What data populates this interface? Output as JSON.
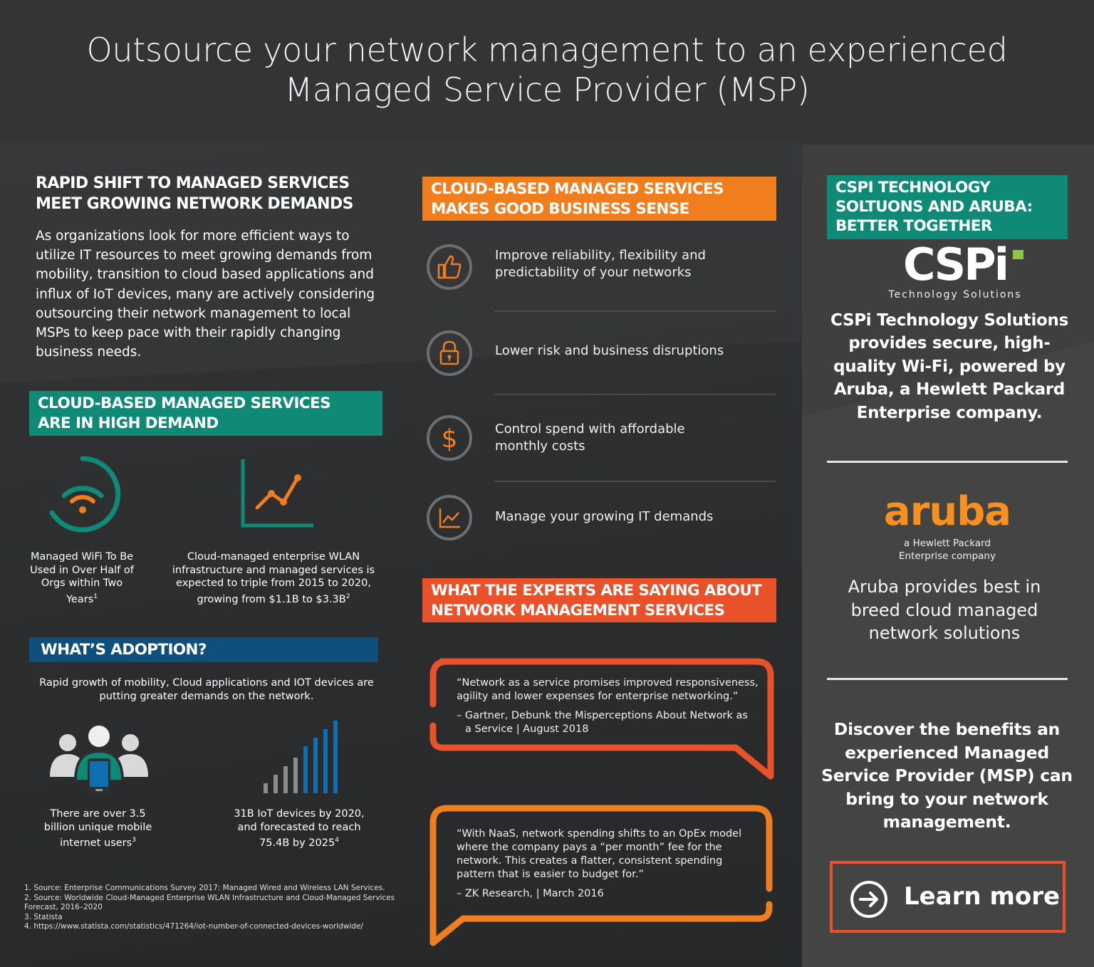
{
  "title": {
    "line1": "Outsource your network management to an experienced",
    "line2": "Managed Service Provider (MSP)"
  },
  "left": {
    "shift": {
      "heading_l1": "RAPID SHIFT TO MANAGED SERVICES",
      "heading_l2": "MEET GROWING NETWORK DEMANDS",
      "body": "As organizations look for more efficient ways to utilize IT resources to meet growing demands from mobility, transition to cloud based applications and influx of IoT devices, many are actively considering outsourcing their network management to local MSPs to keep pace with their rapidly changing business needs."
    },
    "demand": {
      "heading_l1": "CLOUD-BASED MANAGED SERVICES",
      "heading_l2": "ARE IN HIGH DEMAND",
      "stat1": "Managed WiFi To Be Used in Over Half of Orgs within Two Years",
      "stat1_sup": "1",
      "stat2": "Cloud-managed enterprise WLAN infrastructure and managed services is expected to triple from 2015 to 2020, growing from $1.1B to $3.3B",
      "stat2_sup": "2"
    },
    "adoption": {
      "heading": "WHAT’S ADOPTION?",
      "intro": "Rapid growth of mobility, Cloud applications and IOT devices are putting greater demands on the network.",
      "stat1": "There are over 3.5 billion unique mobile internet users",
      "stat1_sup": "3",
      "stat2": "31B IoT devices by 2020, and forecasted to reach 75.4B by 2025",
      "stat2_sup": "4"
    },
    "footnotes": {
      "f1": "1. Source: Enterprise Communications Survey 2017: Managed Wired and Wireless LAN Services.",
      "f2": "2. Source: Worldwide Cloud-Managed Enterprise WLAN Infrastructure and Cloud-Managed Services Forecast, 2016–2020",
      "f3": "3. Statista",
      "f4": "4. https://www.statista.com/statistics/471264/iot-number-of-connected-devices-worldwide/"
    }
  },
  "middle": {
    "sense": {
      "heading_l1": "CLOUD-BASED MANAGED SERVICES",
      "heading_l2": "MAKES GOOD BUSINESS SENSE",
      "items": [
        {
          "text": "Improve reliability, flexibility and predictability of your networks",
          "icon": "thumbs-up-icon"
        },
        {
          "text": "Lower risk and business disruptions",
          "icon": "lock-icon"
        },
        {
          "text": "Control spend with affordable monthly costs",
          "icon": "dollar-icon"
        },
        {
          "text": "Manage your growing IT demands",
          "icon": "trend-chart-icon"
        }
      ]
    },
    "experts": {
      "heading_l1": "WHAT THE EXPERTS ARE SAYING ABOUT",
      "heading_l2": "NETWORK MANAGEMENT SERVICES",
      "quote1": "“Network as a service promises improved responsiveness, agility and lower expenses for enterprise networking.”",
      "source1": "– Gartner, Debunk the Misperceptions About Network as a Service | August 2018",
      "quote2": "“With NaaS, network spending shifts to an OpEx model where the company pays a “per month” fee for the network. This creates a flatter, consistent spending pattern that is easier to budget for.”",
      "source2": "– ZK Research, | March 2016"
    }
  },
  "sidebar": {
    "heading_l1": "CSPI TECHNOLOGY",
    "heading_l2": "SOLTUONS AND ARUBA:",
    "heading_l3": "BETTER TOGETHER",
    "cspi_logo": "CSPi",
    "cspi_tagline": "Technology Solutions",
    "cspi_text": "CSPi Technology Solutions provides secure, high-quality Wi-Fi, powered by Aruba, a Hewlett Packard Enterprise company.",
    "aruba_logo": "aruba",
    "aruba_tagline_l1": "a Hewlett Packard",
    "aruba_tagline_l2": "Enterprise company",
    "aruba_text": "Aruba provides best in breed cloud managed network solutions",
    "discover_text": "Discover the benefits an experienced Managed Service Provider (MSP) can bring to your network management.",
    "cta_label": "Learn more"
  },
  "colors": {
    "teal": "#0e8a77",
    "blue": "#0e4f7e",
    "orange": "#f07e1f",
    "red": "#e8512a",
    "aruba_orange": "#f7901e",
    "cspi_green": "#8dc63f"
  }
}
